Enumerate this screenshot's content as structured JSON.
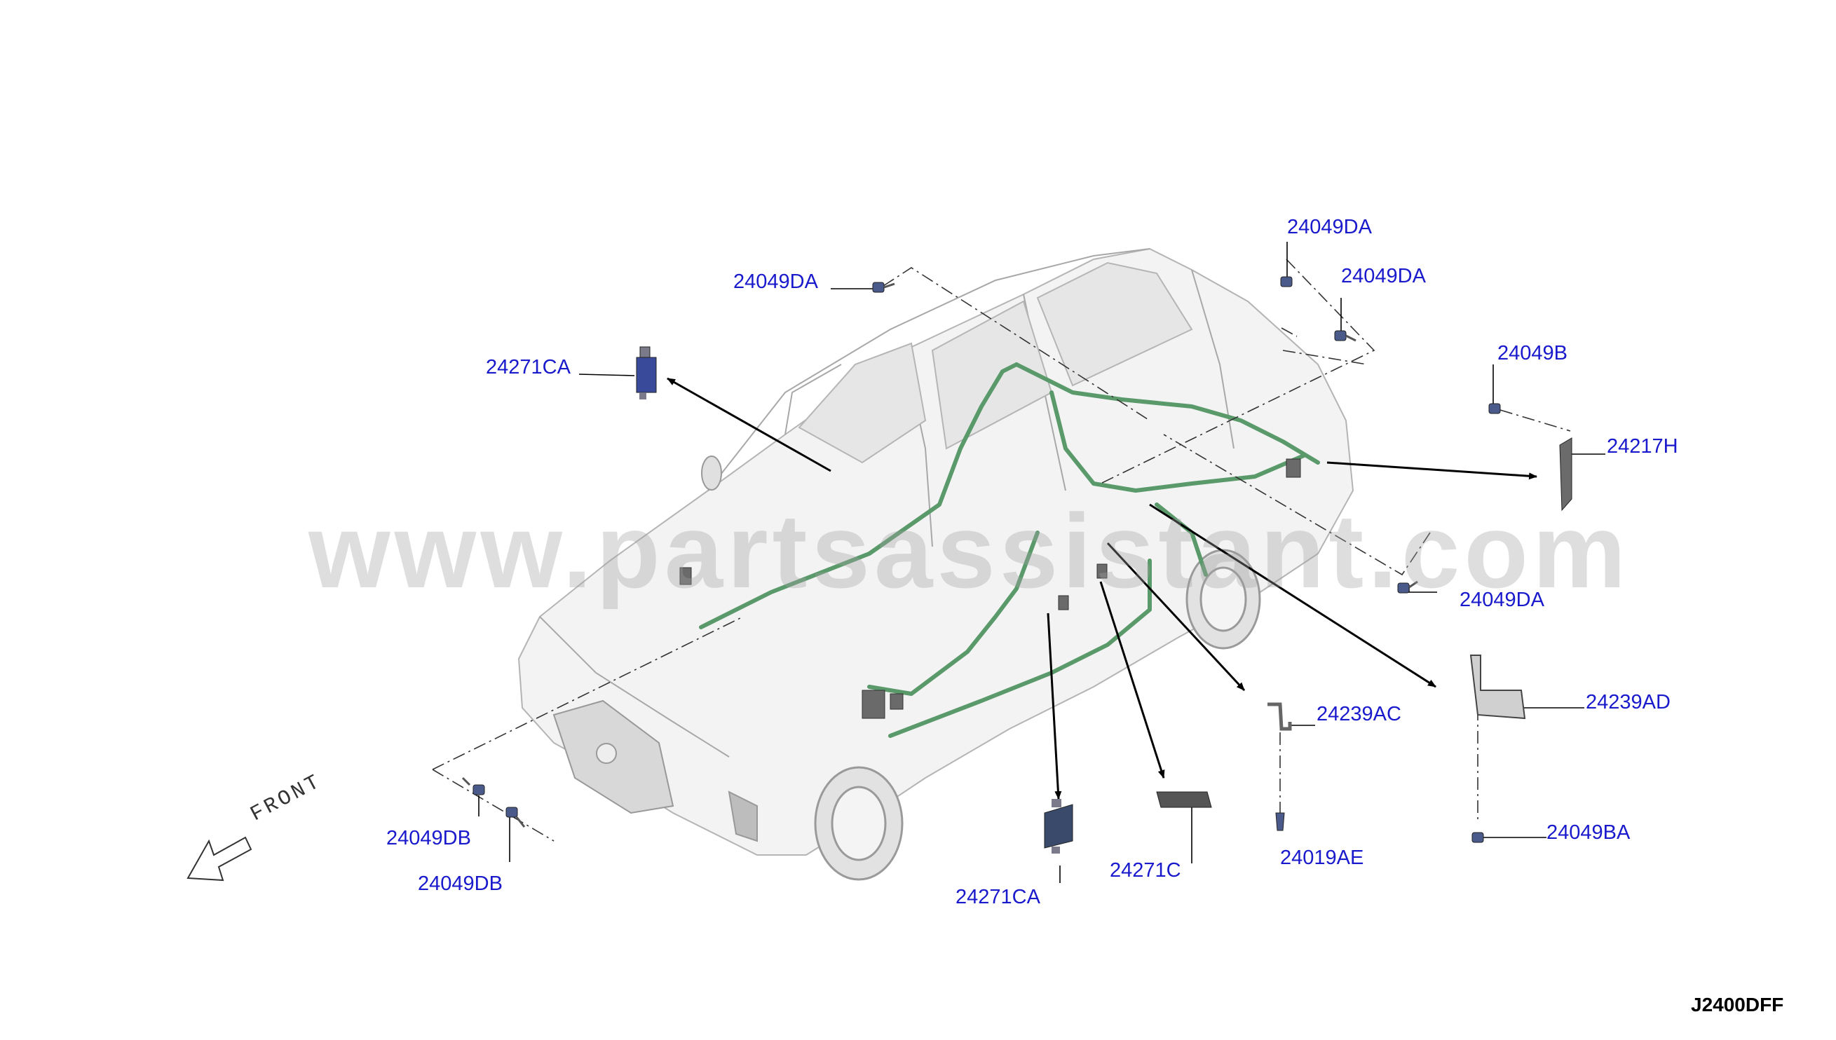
{
  "watermark": "www.partsassistant.com",
  "diagram_code": "J2400DFF",
  "front_text": "FRONT",
  "colors": {
    "label": "#1a1acd",
    "harness": "#5a9a6a",
    "part_fill": "#4a5a8a",
    "arrow": "#000000"
  },
  "labels": {
    "p24049da_top": "24049DA",
    "p24049da_left": "24049DA",
    "p24049da_right": "24049DA",
    "p24049da_bottom": "24049DA",
    "p24049b": "24049B",
    "p24217h": "24217H",
    "p24271ca_left": "24271CA",
    "p24271ca_bottom": "24271CA",
    "p24271c": "24271C",
    "p24239ac": "24239AC",
    "p24239ad": "24239AD",
    "p24019ae": "24019AE",
    "p24049ba": "24049BA",
    "p24049db_a": "24049DB",
    "p24049db_b": "24049DB"
  }
}
